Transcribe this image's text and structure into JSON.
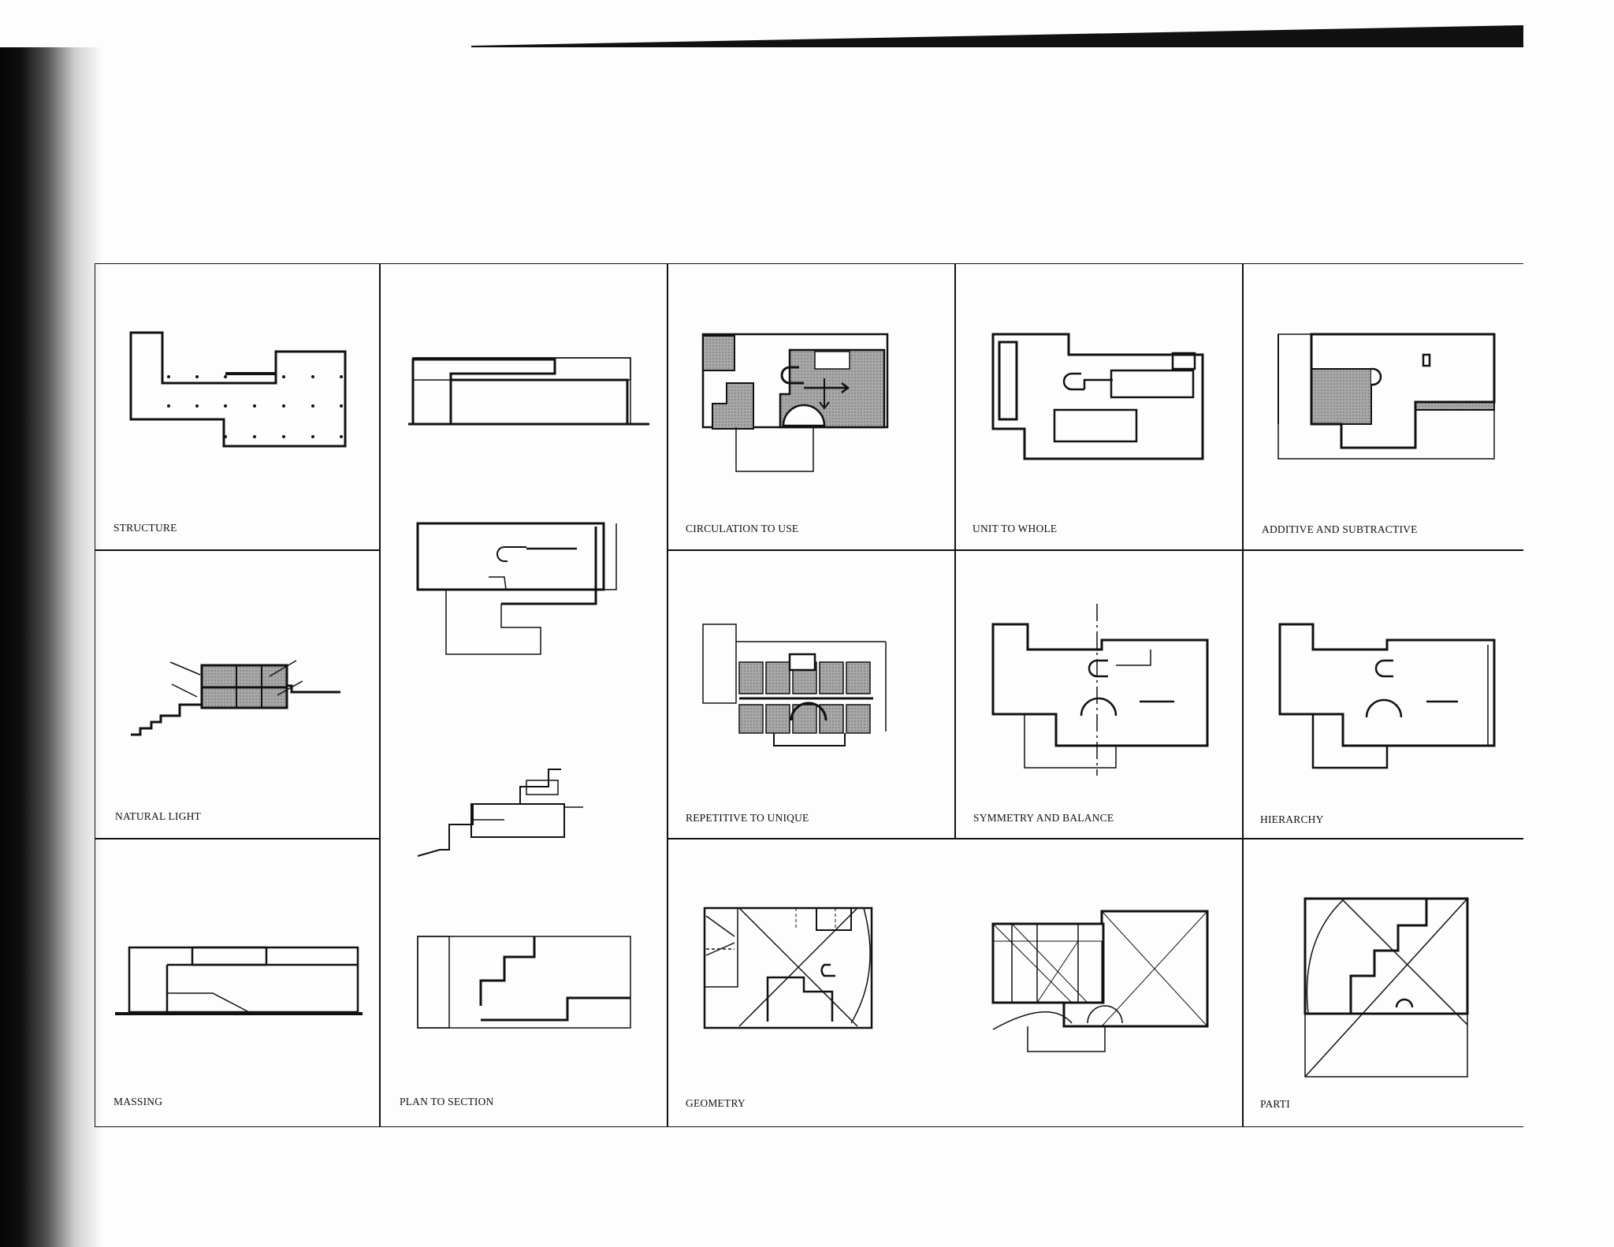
{
  "colors": {
    "ink": "#111111",
    "poche": "#9a9a9a",
    "paper": "#fdfdfd"
  },
  "grid_labels": {
    "structure": "STRUCTURE",
    "natural_light": "NATURAL LIGHT",
    "massing": "MASSING",
    "plan_to_section": "PLAN TO SECTION",
    "circulation_to_use": "CIRCULATION TO USE",
    "repetitive_to_unique": "REPETITIVE TO UNIQUE",
    "geometry": "GEOMETRY",
    "unit_to_whole": "UNIT TO WHOLE",
    "symmetry_and_balance": "SYMMETRY AND BALANCE",
    "additive_and_subtractive": "ADDITIVE AND SUBTRACTIVE",
    "hierarchy": "HIERARCHY",
    "parti": "PARTI"
  }
}
